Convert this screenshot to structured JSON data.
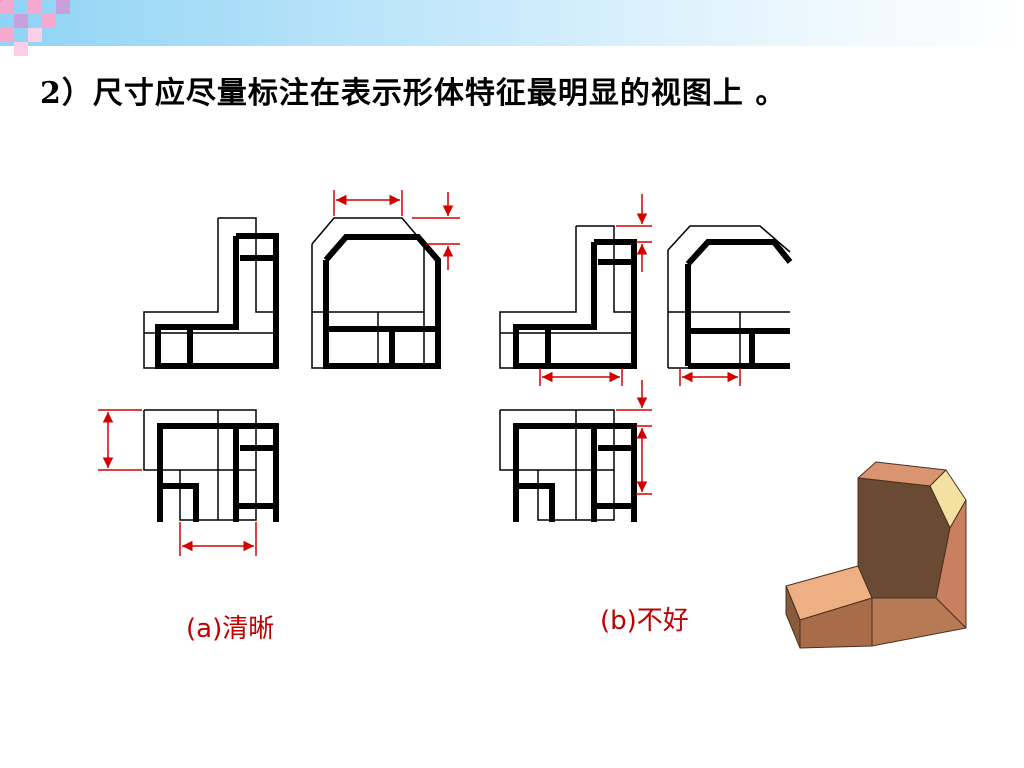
{
  "slide": {
    "title": "2）尺寸应尽量标注在表示形体特征最明显的视图上 。",
    "caption_a": "(a)清晰",
    "caption_b": "(b)不好"
  },
  "colors": {
    "dimension": "#d40000",
    "outline": "#000000",
    "caption": "#c00000",
    "header": "#8fd3f4",
    "pattern_pink": "#f7a8cf",
    "pattern_purple": "#c9a0dc"
  }
}
